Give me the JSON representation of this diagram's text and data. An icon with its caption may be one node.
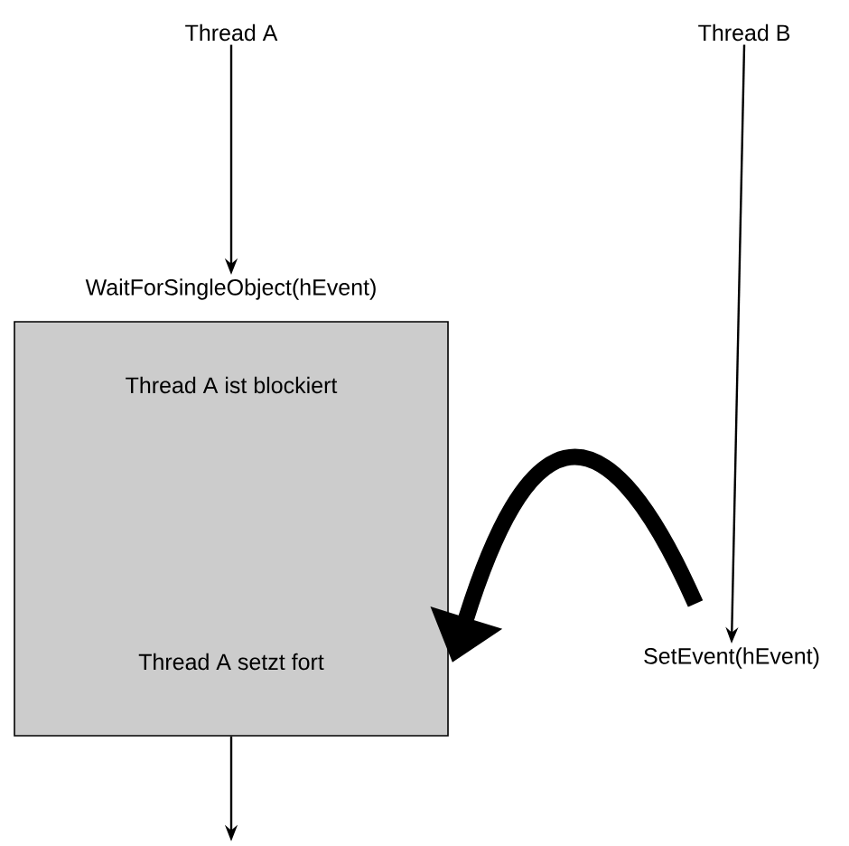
{
  "diagram": {
    "nodes": [
      {
        "text": [
          "Thread A"
        ]
      },
      {
        "text": [
          "Thread B"
        ]
      },
      {
        "text": [
          "WaitForSingleObject(hEvent)",
          "Thread A ist blockiert",
          "Thread A setzt fort"
        ]
      },
      {
        "text": [
          "SetEvent(hEvent)"
        ]
      }
    ],
    "edges": [
      {
        "from": 0,
        "to": 2,
        "arrow": "to"
      },
      {
        "from": 1,
        "to": 3,
        "arrow": "to"
      },
      {
        "from": 3,
        "to": 2,
        "arrow": "to",
        "style": "thick"
      },
      {
        "from": 2,
        "to": null,
        "arrow": "to"
      }
    ]
  }
}
